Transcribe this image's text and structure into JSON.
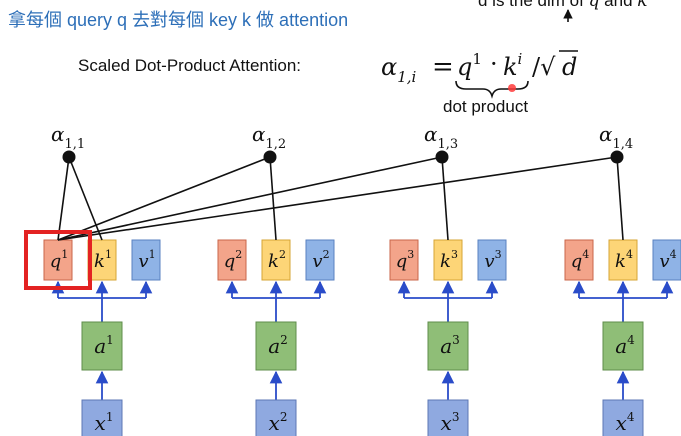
{
  "title": "拿每個 query q 去對每個   key k 做 attention",
  "note": {
    "prefix": "d is the dim of ",
    "var_q": "q",
    "mid": " and ",
    "var_k": "k"
  },
  "formula": {
    "label": "Scaled Dot-Product Attention:",
    "lhs": "α",
    "lhs_sub": "1,i",
    "equals": "=",
    "q": "q",
    "q_sup": "1",
    "dot": "·",
    "k": "k",
    "k_sup": "i",
    "div": "/√",
    "d": "d",
    "brace_label": "dot product"
  },
  "colors": {
    "q_fill": "#f3a48a",
    "q_stroke": "#c9664a",
    "k_fill": "#fdd577",
    "k_stroke": "#d6a536",
    "v_fill": "#8fb3e6",
    "v_stroke": "#5a82c0",
    "a_fill": "#8fbe77",
    "a_stroke": "#5f8d4b",
    "x_fill": "#8fa9e0",
    "x_stroke": "#5c77b5",
    "arrow": "#2a4cc9",
    "highlight": "#e32222",
    "cursor": "#ff3b3b"
  },
  "columns": [
    {
      "alpha": "α",
      "alpha_sub": "1,1",
      "q": "q",
      "k": "k",
      "v": "v",
      "a": "a",
      "x": "x",
      "idx": "1"
    },
    {
      "alpha": "α",
      "alpha_sub": "1,2",
      "q": "q",
      "k": "k",
      "v": "v",
      "a": "a",
      "x": "x",
      "idx": "2"
    },
    {
      "alpha": "α",
      "alpha_sub": "1,3",
      "q": "q",
      "k": "k",
      "v": "v",
      "a": "a",
      "x": "x",
      "idx": "3"
    },
    {
      "alpha": "α",
      "alpha_sub": "1,4",
      "q": "q",
      "k": "k",
      "v": "v",
      "a": "a",
      "x": "x",
      "idx": "4"
    }
  ]
}
